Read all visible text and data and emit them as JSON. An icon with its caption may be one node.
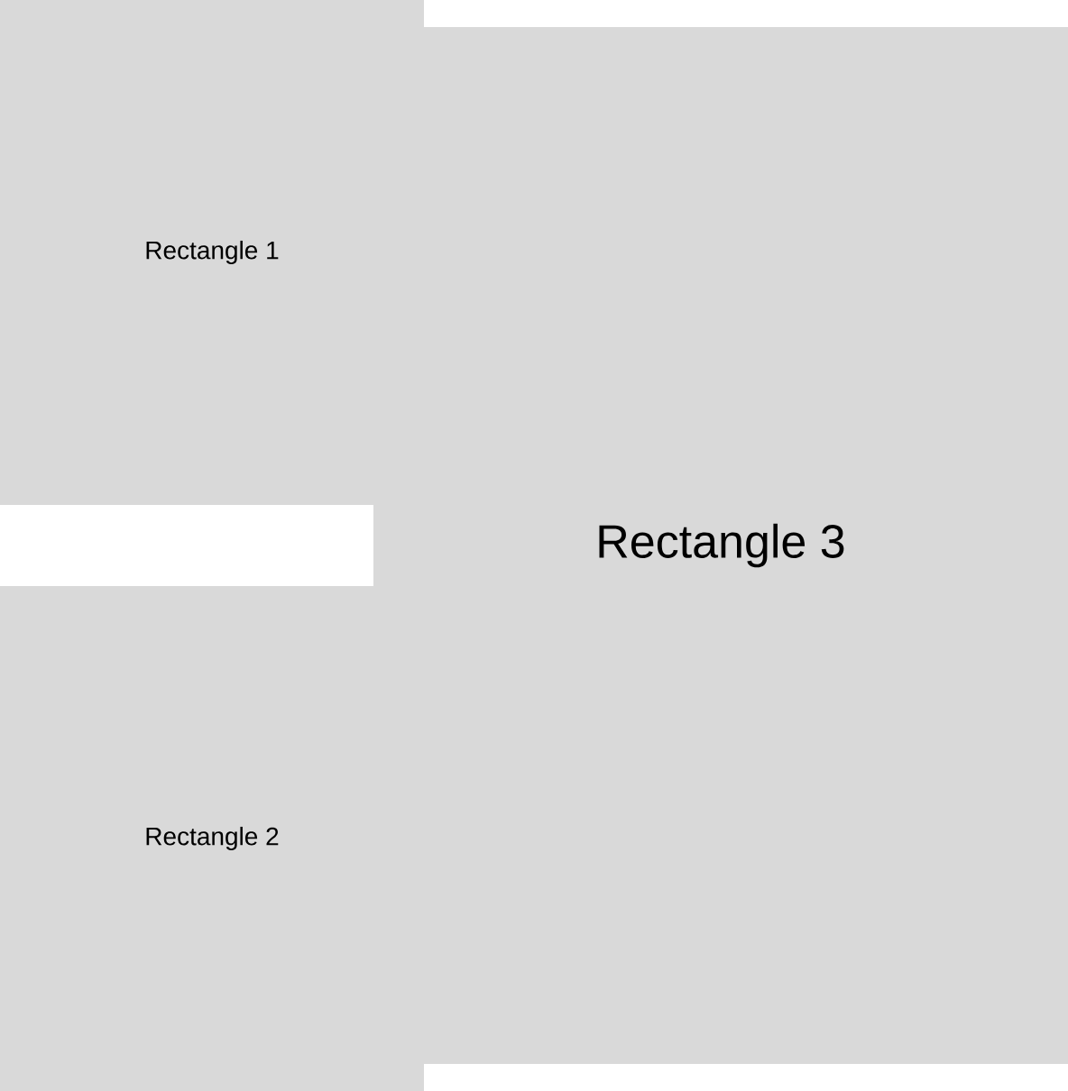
{
  "diagram": {
    "nodes": [
      {
        "text": [
          "Rectangle 1"
        ]
      },
      {
        "text": [
          "Rectangle 2"
        ]
      },
      {
        "text": [
          "Rectangle 3"
        ]
      }
    ]
  }
}
